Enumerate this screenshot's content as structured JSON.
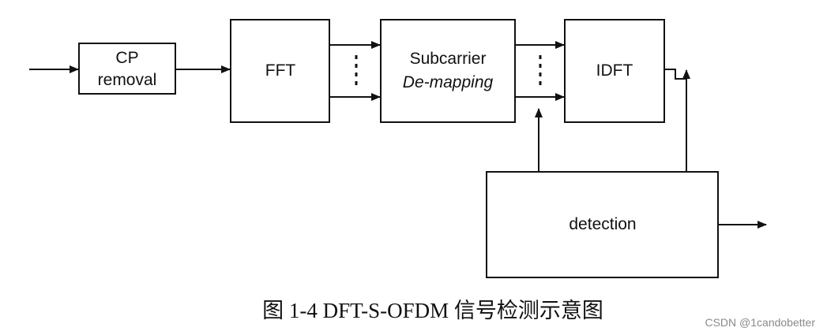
{
  "blocks": {
    "cp_removal": {
      "line1": "CP",
      "line2": "removal"
    },
    "fft": {
      "label": "FFT"
    },
    "subcarrier_demapping": {
      "line1": "Subcarrier",
      "line2": "De-mapping"
    },
    "idft": {
      "label": "IDFT"
    },
    "detection": {
      "label": "detection"
    }
  },
  "caption": "图  1-4 DFT-S-OFDM 信号检测示意图",
  "watermark": "CSDN @1candobetter"
}
